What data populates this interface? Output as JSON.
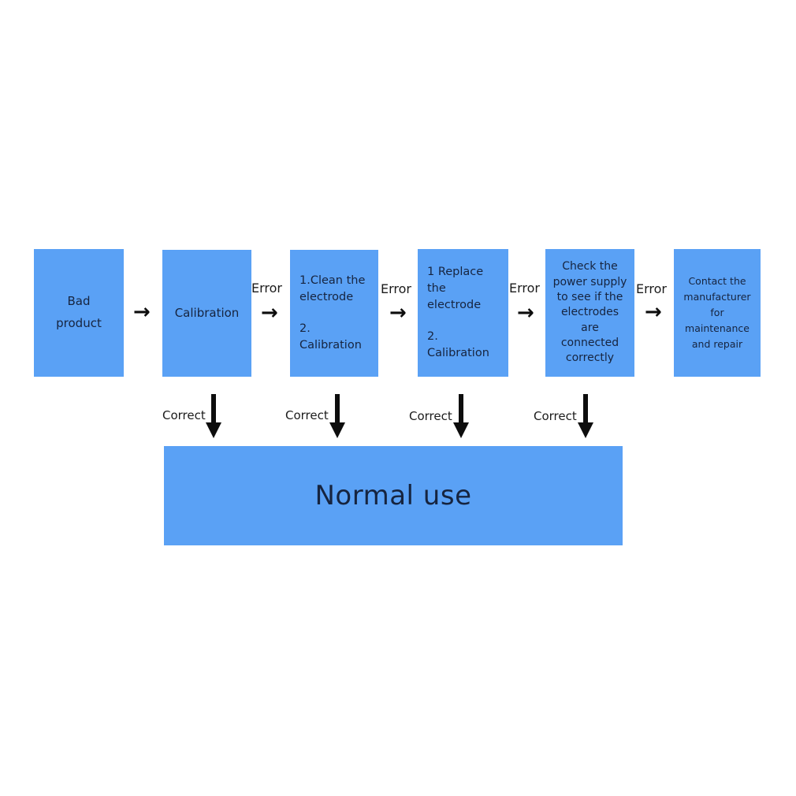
{
  "theme": {
    "background": "#ffffff",
    "node_fill": "#5aa1f5",
    "node_text": "#16243f",
    "edge_color": "#0d0d0d",
    "edge_label_color": "#1b1b1b"
  },
  "diagram": {
    "type": "flowchart",
    "orientation": "left-to-right with downward branches",
    "nodes": [
      {
        "id": "bad-product",
        "lines": [
          "Bad",
          "product"
        ],
        "align": "center"
      },
      {
        "id": "calibration",
        "lines": [
          "Calibration"
        ],
        "align": "center"
      },
      {
        "id": "clean-electrode",
        "lines": [
          "1.Clean the",
          "electrode",
          "2. Calibration"
        ],
        "align": "left"
      },
      {
        "id": "replace-electrode",
        "lines": [
          "1 Replace the",
          "electrode",
          "2. Calibration"
        ],
        "align": "left"
      },
      {
        "id": "check-power",
        "lines": [
          "Check the",
          "power supply",
          "to see if the",
          "electrodes are",
          "connected",
          "correctly"
        ],
        "align": "center"
      },
      {
        "id": "contact-manufacturer",
        "lines": [
          "Contact the",
          "manufacturer",
          "for maintenance",
          "and repair"
        ],
        "align": "center"
      },
      {
        "id": "normal-use",
        "lines": [
          "Normal use"
        ],
        "align": "center"
      }
    ],
    "node_text": {
      "bad_product_line1": "Bad",
      "bad_product_line2": "product",
      "calibration": "Calibration",
      "clean_line1": "1.Clean the",
      "clean_line2": "electrode",
      "clean_line3": "2. Calibration",
      "replace_line1": "1 Replace the",
      "replace_line2": "electrode",
      "replace_line3": "2. Calibration",
      "check_line1": "Check the",
      "check_line2": "power supply",
      "check_line3": "to see if the",
      "check_line4": "electrodes are",
      "check_line5": "connected",
      "check_line6": "correctly",
      "contact_line1": "Contact the",
      "contact_line2": "manufacturer",
      "contact_line3": "for maintenance",
      "contact_line4": "and repair",
      "normal_use": "Normal use"
    },
    "edges": {
      "horizontal_arrow_glyph": "→",
      "error_label": "Error",
      "correct_label": "Correct",
      "error_labels": [
        "Error",
        "Error",
        "Error",
        "Error"
      ],
      "correct_labels": [
        "Correct",
        "Correct",
        "Correct",
        "Correct"
      ]
    }
  }
}
